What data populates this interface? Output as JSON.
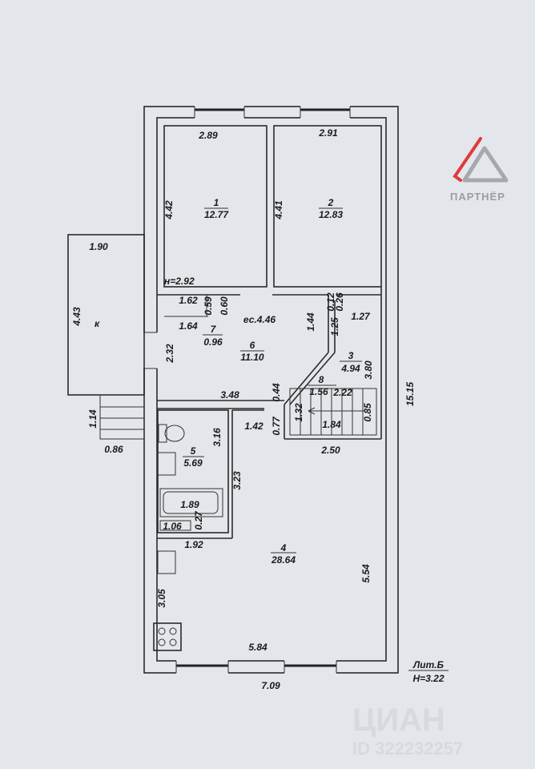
{
  "logo": {
    "text": "ПАРТНЁР",
    "accent_color": "#e03a3a",
    "gray_color": "#9a9da2"
  },
  "watermark": {
    "brand": "ЦИАН",
    "id": "ID 322232257"
  },
  "stamp": {
    "liter": "Лит.Б",
    "height": "Н=3.22"
  },
  "rooms": {
    "r1": {
      "num": "1",
      "area": "12.77"
    },
    "r2": {
      "num": "2",
      "area": "12.83"
    },
    "r3": {
      "num": "3",
      "area": "4.94"
    },
    "r4": {
      "num": "4",
      "area": "28.64"
    },
    "r5": {
      "num": "5",
      "area": "5.69"
    },
    "r6": {
      "num": "6",
      "area": "11.10"
    },
    "r7": {
      "num": "7",
      "area": "0.96"
    },
    "r8": {
      "num": "8",
      "area": "1.56"
    },
    "porch": {
      "num": "к"
    }
  },
  "dims": {
    "d289": "2.89",
    "d291": "2.91",
    "d442": "4.42",
    "d441": "4.41",
    "d190": "1.90",
    "d443": "4.43",
    "h292": "н=2.92",
    "d162": "1.62",
    "d059": "0.59",
    "d060": "0.60",
    "es446": "ес.4.46",
    "d164": "1.64",
    "d144": "1.44",
    "d125": "1.25",
    "d127": "1.27",
    "d012": "0.12",
    "d026": "0.26",
    "d232": "2.32",
    "d380": "3.80",
    "d348": "3.48",
    "d044": "0.44",
    "d222": "2.22",
    "d132": "1.32",
    "d184": "1.84",
    "d085": "0.85",
    "d142": "1.42",
    "d077": "0.77",
    "d1515": "15.15",
    "d114": "1.14",
    "d086": "0.86",
    "d316": "3.16",
    "d323": "3.23",
    "d250": "2.50",
    "d189": "1.89",
    "d106": "1.06",
    "d027": "0.27",
    "d192": "1.92",
    "d305": "3.05",
    "d554": "5.54",
    "d584": "5.84",
    "d709": "7.09"
  }
}
